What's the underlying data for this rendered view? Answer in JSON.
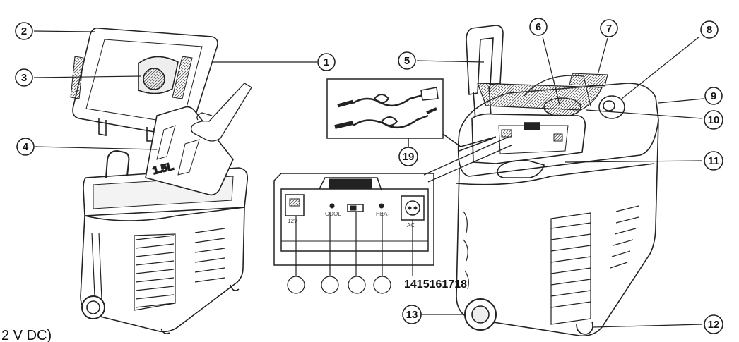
{
  "callouts": [
    "1",
    "2",
    "3",
    "4",
    "5",
    "6",
    "7",
    "8",
    "9",
    "10",
    "11",
    "12",
    "13",
    "19"
  ],
  "panel_numbers_text": "1415161718",
  "capacity_label": "1.5L",
  "footer_text": "2 V DC)",
  "panel_labels": [
    "12V",
    "COOL",
    "HEAT",
    "AC"
  ]
}
